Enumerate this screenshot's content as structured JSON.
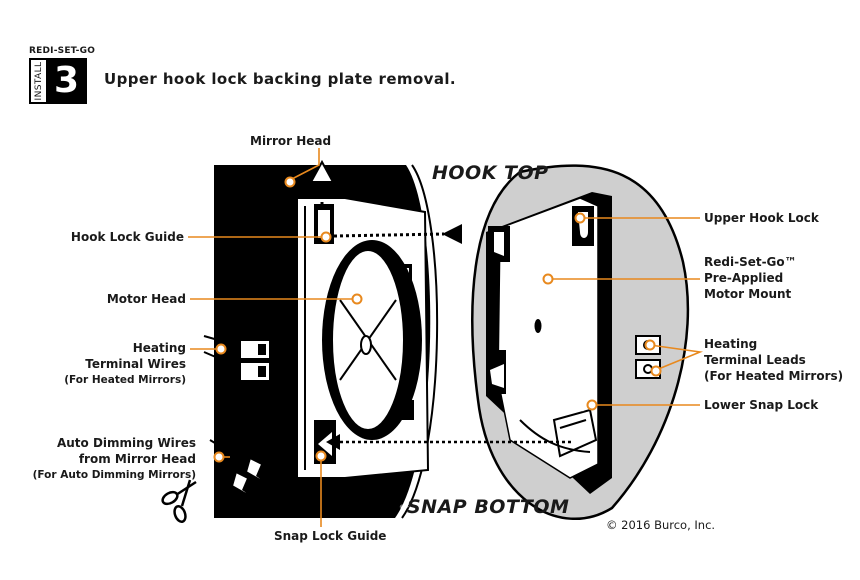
{
  "header": {
    "brand": "REDI-SET-GO",
    "badge_side": "INSTALL",
    "step_number": "3",
    "title": "Upper hook lock backing plate removal."
  },
  "diagram": {
    "hook_top": "HOOK TOP",
    "snap_bottom": "SNAP BOTTOM",
    "labels": {
      "mirror_head": "Mirror Head",
      "hook_lock_guide": "Hook Lock Guide",
      "motor_head": "Motor Head",
      "heating_wires_1": "Heating",
      "heating_wires_2": "Terminal Wires",
      "heating_wires_3": "(For Heated Mirrors)",
      "auto_dim_1": "Auto Dimming Wires",
      "auto_dim_2": "from Mirror Head",
      "auto_dim_3": "(For Auto Dimming Mirrors)",
      "snap_lock_guide": "Snap Lock Guide",
      "upper_hook_lock": "Upper Hook Lock",
      "motor_mount_1": "Redi-Set-Go™",
      "motor_mount_2": "Pre-Applied",
      "motor_mount_3": "Motor Mount",
      "heating_leads_1": "Heating",
      "heating_leads_2": "Terminal Leads",
      "heating_leads_3": "(For Heated Mirrors)",
      "lower_snap_lock": "Lower Snap Lock"
    },
    "copyright": "© 2016 Burco, Inc.",
    "accent_color": "#e8891e"
  }
}
